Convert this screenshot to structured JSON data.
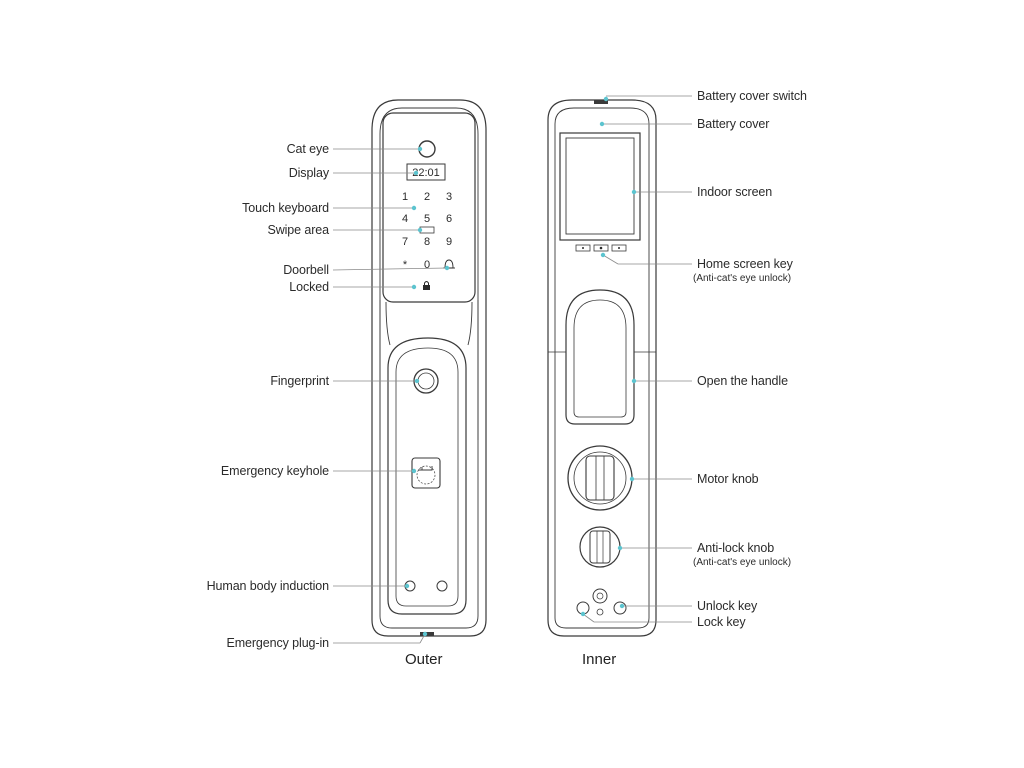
{
  "outer": {
    "caption": "Outer",
    "display_time": "22:01",
    "keypad": [
      "1",
      "2",
      "3",
      "4",
      "5",
      "6",
      "7",
      "8",
      "9",
      "*",
      "0"
    ],
    "labels": {
      "cat_eye": "Cat eye",
      "display": "Display",
      "touch_keyboard": "Touch keyboard",
      "swipe_area": "Swipe area",
      "doorbell": "Doorbell",
      "locked": "Locked",
      "fingerprint": "Fingerprint",
      "emergency_keyhole": "Emergency keyhole",
      "human_body_induction": "Human body induction",
      "emergency_plugin": "Emergency plug-in"
    }
  },
  "inner": {
    "caption": "Inner",
    "labels": {
      "battery_cover_switch": "Battery cover switch",
      "battery_cover": "Battery cover",
      "indoor_screen": "Indoor screen",
      "home_screen_key": "Home screen key",
      "home_screen_key_note": "(Anti-cat's eye unlock)",
      "open_the_handle": "Open the handle",
      "motor_knob": "Motor knob",
      "anti_lock_knob": "Anti-lock knob",
      "anti_lock_knob_note": "(Anti-cat's eye unlock)",
      "unlock_key": "Unlock key",
      "lock_key": "Lock key"
    }
  },
  "colors": {
    "outline": "#3a3a3a",
    "leader": "#8a8a8a",
    "marker": "#5cc4cf",
    "text": "#2b2b2b"
  }
}
